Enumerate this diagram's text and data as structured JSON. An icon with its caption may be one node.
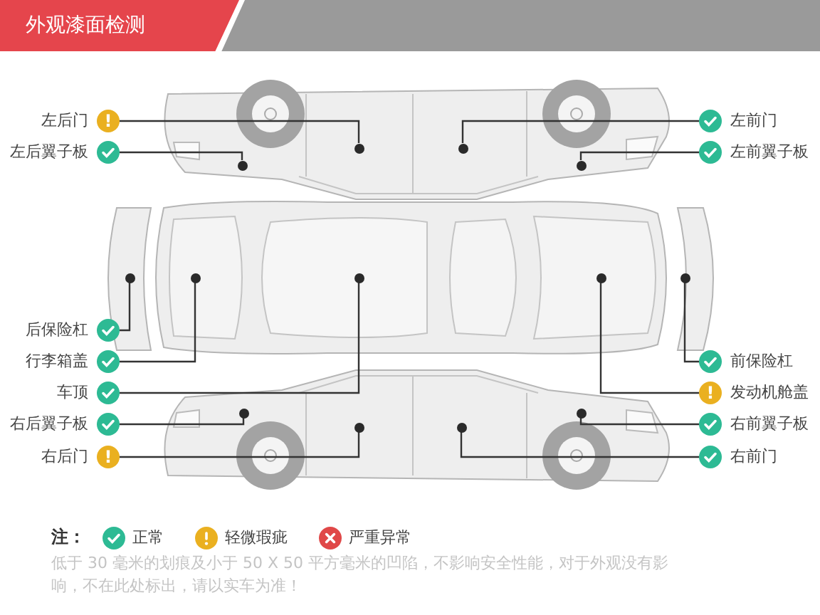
{
  "diagram": {
    "title": "外观漆面检测",
    "nodes": [
      {
        "text": [
          "!"
        ],
        "beside": [
          "左后门"
        ]
      },
      {
        "text": [],
        "shape": "circle",
        "beside": [
          "左后翼子板"
        ]
      },
      {
        "text": [],
        "shape": "circle",
        "beside": [
          "后保险杠"
        ]
      },
      {
        "text": [],
        "shape": "circle",
        "beside": [
          "行李箱盖"
        ]
      },
      {
        "text": [],
        "shape": "circle",
        "beside": [
          "车顶"
        ]
      },
      {
        "text": [],
        "shape": "circle",
        "beside": [
          "右后翼子板"
        ]
      },
      {
        "text": [
          "!"
        ],
        "beside": [
          "右后门"
        ]
      },
      {
        "text": [],
        "shape": "circle",
        "beside": [
          "左前门"
        ]
      },
      {
        "text": [],
        "shape": "circle",
        "beside": [
          "左前翼子板"
        ]
      },
      {
        "text": [],
        "shape": "circle",
        "beside": [
          "前保险杠"
        ]
      },
      {
        "text": [
          "!"
        ],
        "beside": [
          "发动机舱盖"
        ]
      },
      {
        "text": [],
        "shape": "circle",
        "beside": [
          "右前翼子板"
        ]
      },
      {
        "text": [],
        "shape": "circle",
        "beside": [
          "右前门"
        ]
      },
      {
        "text": [],
        "shape": "circle"
      },
      {
        "text": [],
        "shape": "circle"
      },
      {
        "text": [],
        "shape": "circle"
      },
      {
        "text": [],
        "shape": "circle"
      },
      {
        "text": [],
        "shape": "circle"
      },
      {
        "text": [],
        "shape": "circle"
      },
      {
        "text": [],
        "shape": "circle"
      },
      {
        "text": [],
        "shape": "circle"
      },
      {
        "text": [],
        "shape": "circle"
      },
      {
        "text": [],
        "shape": "circle"
      },
      {
        "text": [],
        "shape": "circle"
      },
      {
        "text": [],
        "shape": "circle"
      },
      {
        "text": [],
        "shape": "circle"
      }
    ],
    "edges": [
      {
        "from": 0,
        "to": 13,
        "arrow": "none"
      },
      {
        "from": 1,
        "to": 15,
        "arrow": "none"
      },
      {
        "from": 2,
        "to": 17,
        "arrow": "none"
      },
      {
        "from": 3,
        "to": 18,
        "arrow": "none"
      },
      {
        "from": 4,
        "to": 19,
        "arrow": "none"
      },
      {
        "from": 5,
        "to": 22,
        "arrow": "none"
      },
      {
        "from": 6,
        "to": 24,
        "arrow": "none"
      },
      {
        "from": 7,
        "to": 14,
        "arrow": "none"
      },
      {
        "from": 8,
        "to": 16,
        "arrow": "none"
      },
      {
        "from": 9,
        "to": 21,
        "arrow": "none"
      },
      {
        "from": 10,
        "to": 20,
        "arrow": "none"
      },
      {
        "from": 11,
        "to": 23,
        "arrow": "none"
      },
      {
        "from": 12,
        "to": 25,
        "arrow": "none"
      }
    ],
    "labels": [
      "注：",
      "低于 30 毫米的划痕及小于 50 X 50 平方毫米的凹陷，不影响安全性能，对于外观没有影响，不在此处标出，请以实车为准！"
    ],
    "legend": [
      {
        "text": "正常",
        "color": "#2dba94"
      },
      {
        "text": "轻微瑕疵",
        "color": "#eab020"
      },
      {
        "text": "严重异常",
        "color": "#e04848"
      }
    ]
  }
}
